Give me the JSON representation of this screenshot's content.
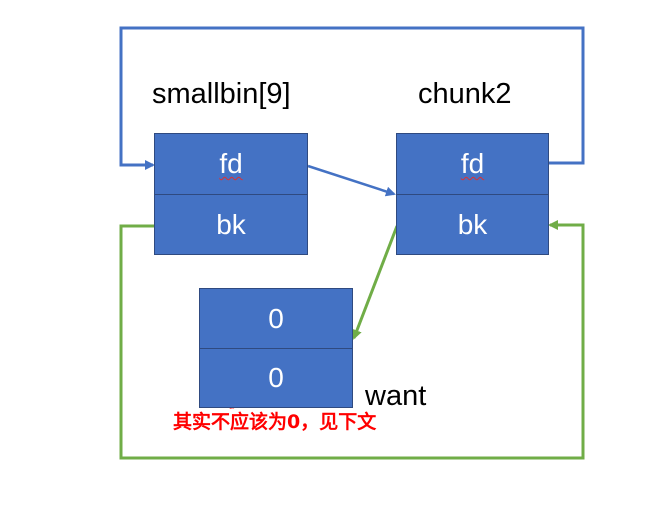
{
  "labels": {
    "smallbin": "smallbin[9]",
    "chunk2": "chunk2",
    "want": "want",
    "note": "其实不应该为0，见下文"
  },
  "smallbin": {
    "fd": "fd",
    "bk": "bk"
  },
  "chunk2": {
    "fd": "fd",
    "bk": "bk"
  },
  "want_box": {
    "top": "0",
    "bottom": "0"
  },
  "colors": {
    "box_fill": "#4472c4",
    "box_border": "#2f4a80",
    "blue_link": "#4472c4",
    "green_link": "#70ad47",
    "annotation": "#ff0000"
  }
}
